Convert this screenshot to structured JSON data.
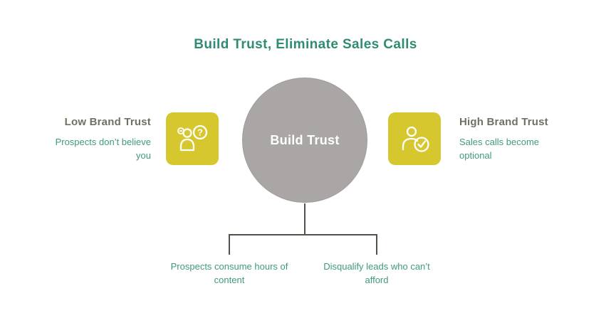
{
  "title": "Build Trust, Eliminate Sales Calls",
  "center": {
    "label": "Build Trust"
  },
  "left": {
    "heading": "Low Brand Trust",
    "body": "Prospects don’t believe you",
    "icon": "person-question-icon"
  },
  "right": {
    "heading": "High Brand Trust",
    "body": "Sales calls become optional",
    "icon": "person-check-icon"
  },
  "branches": [
    {
      "label": "Prospects consume hours of content"
    },
    {
      "label": "Disqualify leads who can’t afford"
    }
  ],
  "colors": {
    "title_text": "#2f8b73",
    "heading_text": "#6e7164",
    "body_text": "#3f9a80",
    "icon_background": "#d7c72e",
    "icon_glyph": "#ffffff",
    "circle_fill": "#aaa6a5",
    "circle_text": "#ffffff",
    "connector_line": "#4f5349",
    "background": "#ffffff"
  }
}
